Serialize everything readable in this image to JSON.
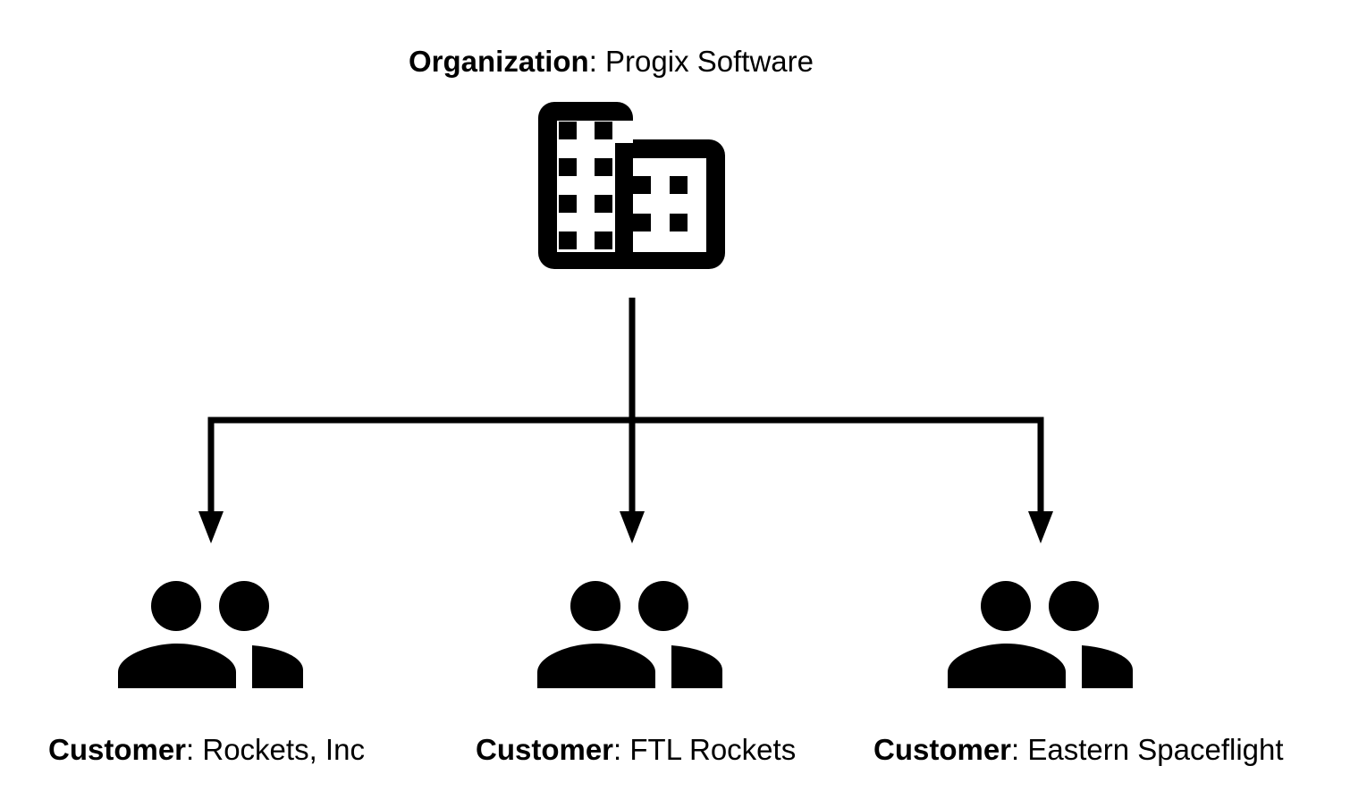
{
  "organization": {
    "role": "Organization",
    "name": "Progix Software",
    "icon": "building-icon"
  },
  "customers": [
    {
      "role": "Customer",
      "name": "Rockets, Inc",
      "icon": "group-icon"
    },
    {
      "role": "Customer",
      "name": "FTL Rockets",
      "icon": "group-icon"
    },
    {
      "role": "Customer",
      "name": "Eastern Spaceflight",
      "icon": "group-icon"
    }
  ],
  "colors": {
    "ink": "#000000",
    "background": "#ffffff"
  }
}
